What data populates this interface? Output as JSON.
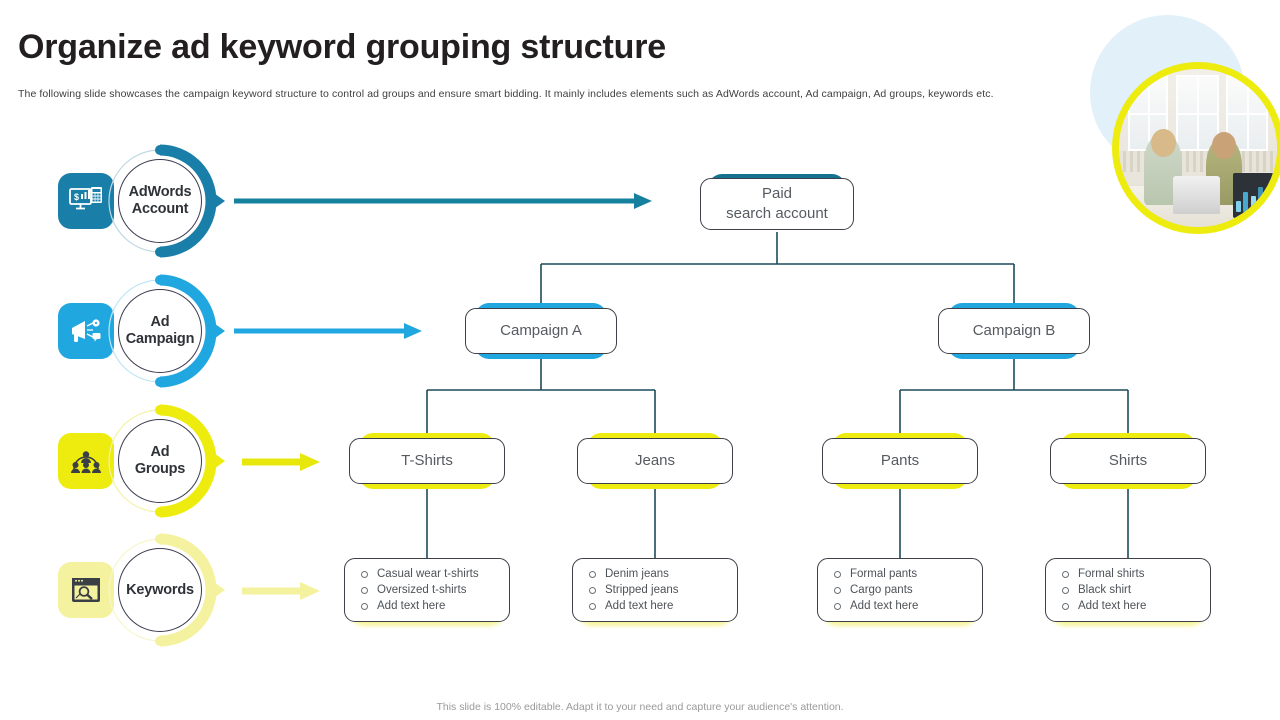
{
  "header": {
    "title": "Organize ad keyword grouping structure",
    "subtitle": "The following slide showcases the campaign keyword structure to control ad groups and ensure smart bidding. It mainly includes elements such as AdWords account, Ad campaign, Ad groups, keywords etc."
  },
  "colors": {
    "deep_teal": "#16728f",
    "bright_blue": "#1fa8dc",
    "yellow": "#edec0e",
    "pale_yellow": "#f6f49a",
    "line": "#1d4a5c",
    "text_dark": "#231f20",
    "text_node": "#565b61",
    "blue_blob": "#e2f0fa"
  },
  "rail": {
    "items": [
      {
        "label_line1": "AdWords",
        "label_line2": "Account",
        "icon": "monitor-dollar-icon",
        "color": "#1a7fa8",
        "arrow_color": "#16819f",
        "arrow_length": 410
      },
      {
        "label_line1": "Ad",
        "label_line2": "Campaign",
        "icon": "megaphone-icon",
        "color": "#21a7e0",
        "arrow_color": "#21a7e0",
        "arrow_length": 180
      },
      {
        "label_line1": "Ad",
        "label_line2": "Groups",
        "icon": "people-group-icon",
        "color": "#edec0e",
        "arrow_color": "#e8e70c",
        "arrow_length": 72
      },
      {
        "label_line1": "Keywords",
        "label_line2": "",
        "icon": "search-window-icon",
        "color": "#f4f29e",
        "arrow_color": "#f4f29e",
        "arrow_length": 72
      }
    ]
  },
  "tree": {
    "root": {
      "line1": "Paid",
      "line2": "search account",
      "accent": "#16728f"
    },
    "campaigns": [
      {
        "label": "Campaign A",
        "accent": "#21a7e0"
      },
      {
        "label": "Campaign B",
        "accent": "#21a7e0"
      }
    ],
    "ad_groups": [
      {
        "label": "T-Shirts",
        "accent": "#edec0e"
      },
      {
        "label": "Jeans",
        "accent": "#edec0e"
      },
      {
        "label": "Pants",
        "accent": "#edec0e"
      },
      {
        "label": "Shirts",
        "accent": "#edec0e"
      }
    ],
    "keyword_boxes": [
      {
        "items": [
          "Casual wear t-shirts",
          "Oversized t-shirts",
          "Add text here"
        ]
      },
      {
        "items": [
          "Denim jeans",
          "Stripped jeans",
          "Add text here"
        ]
      },
      {
        "items": [
          "Formal pants",
          "Cargo pants",
          "Add text here"
        ]
      },
      {
        "items": [
          "Formal shirts",
          "Black shirt",
          "Add text here"
        ]
      }
    ]
  },
  "footer": {
    "note": "This slide is 100% editable. Adapt it to your need and capture your audience's attention."
  }
}
